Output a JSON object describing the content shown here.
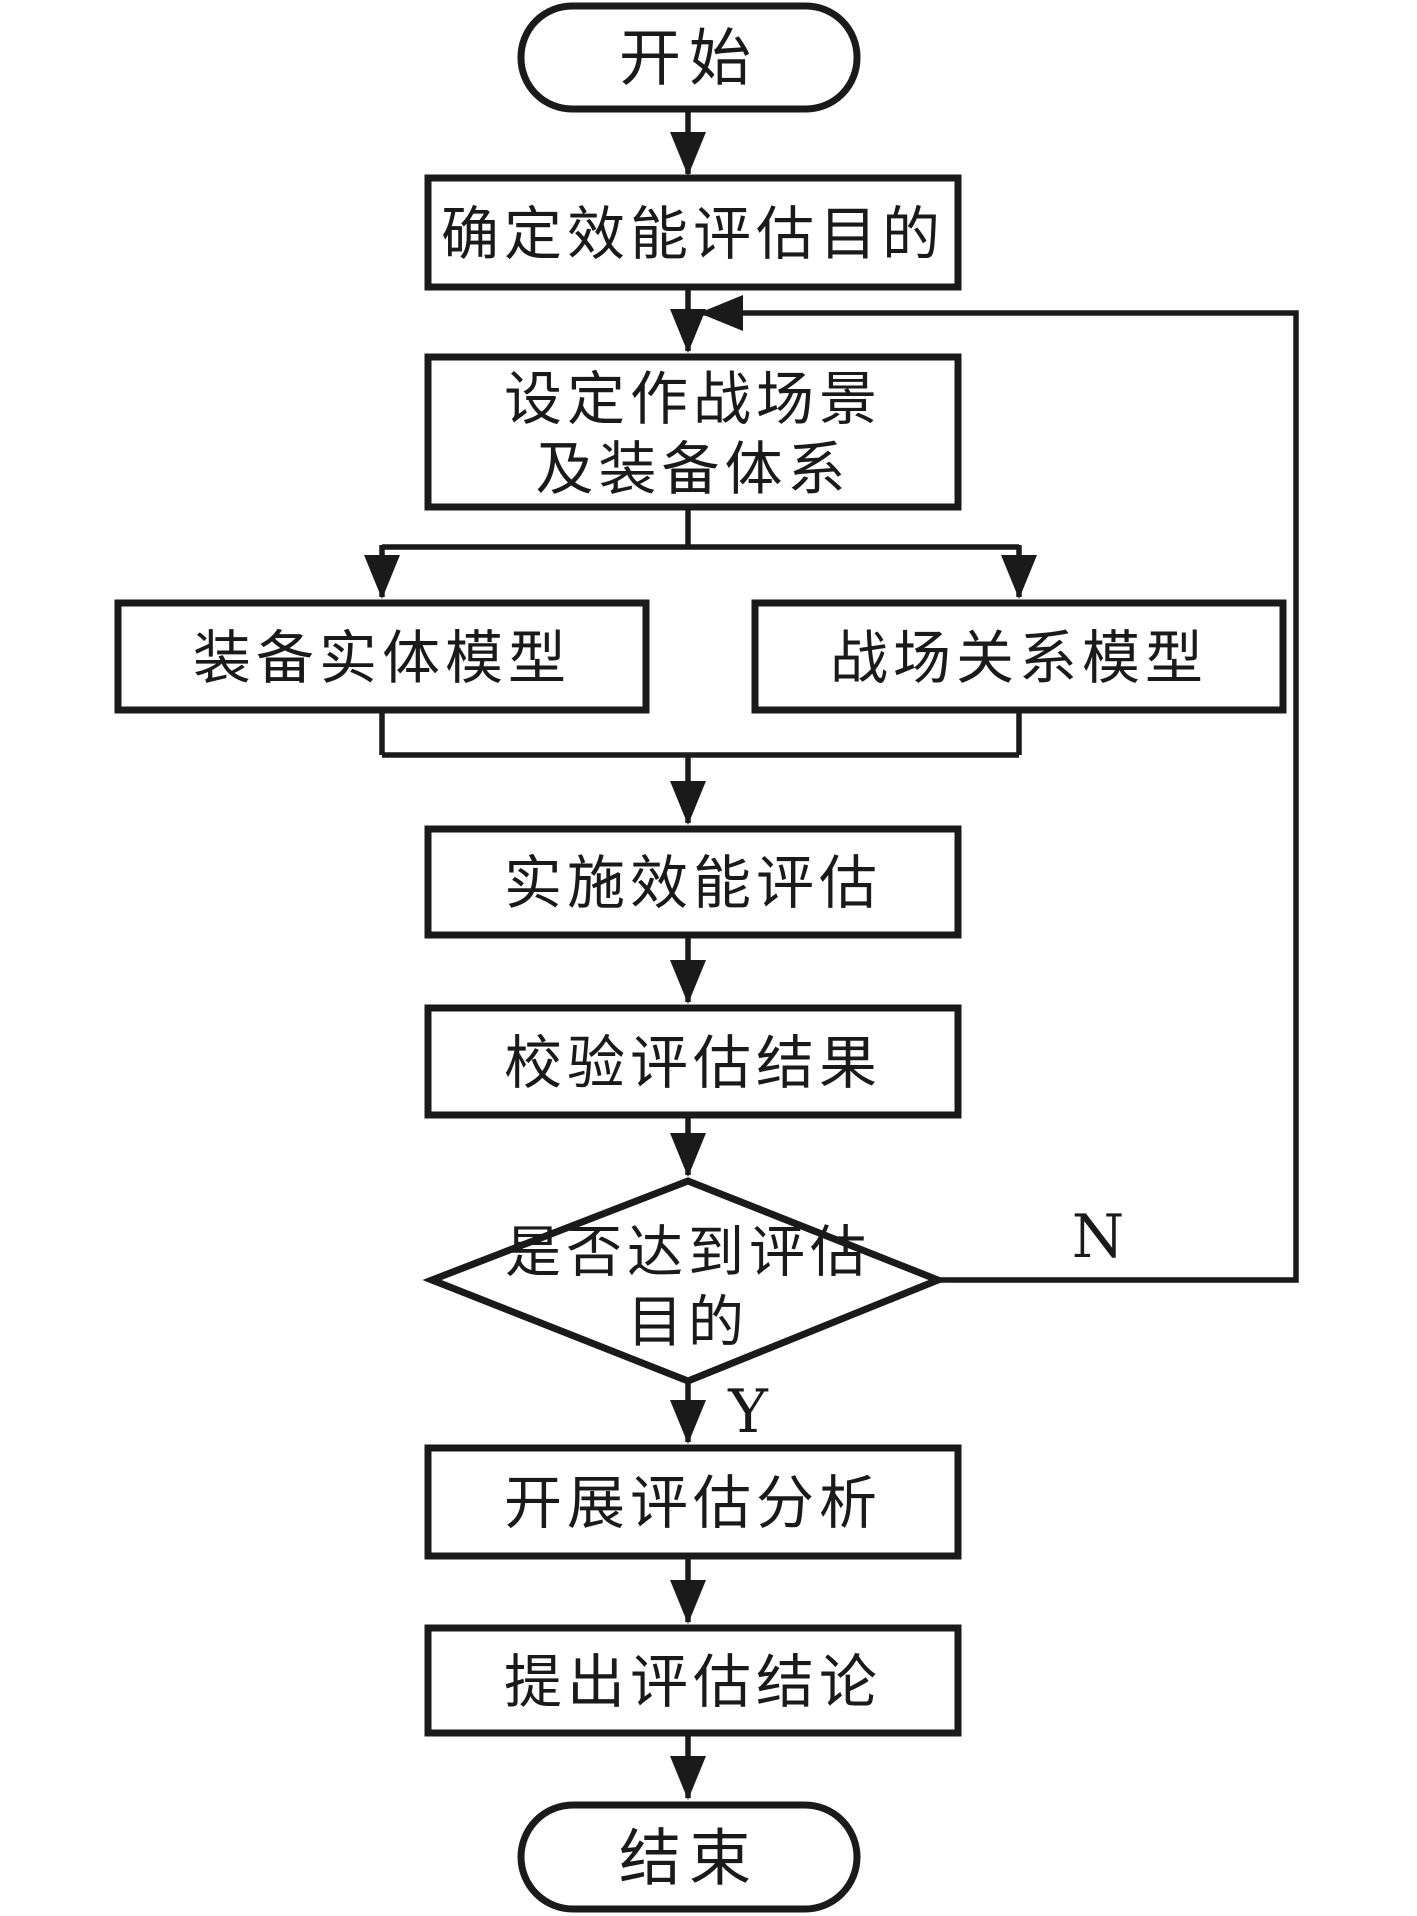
{
  "flowchart": {
    "background_color": "#ffffff",
    "line_color": "#1a1a1a",
    "nodes": {
      "start": "开始",
      "define_purpose": "确定效能评估目的",
      "scenario_line1": "设定作战场景",
      "scenario_line2": "及装备体系",
      "equipment_model": "装备实体模型",
      "battlefield_model": "战场关系模型",
      "run_evaluation": "实施效能评估",
      "verify_results": "校验评估结果",
      "decision_line1": "是否达到评估",
      "decision_line2": "目的",
      "analysis": "开展评估分析",
      "conclusion": "提出评估结论",
      "end": "结束"
    },
    "edge_labels": {
      "no": "N",
      "yes": "Y"
    }
  }
}
